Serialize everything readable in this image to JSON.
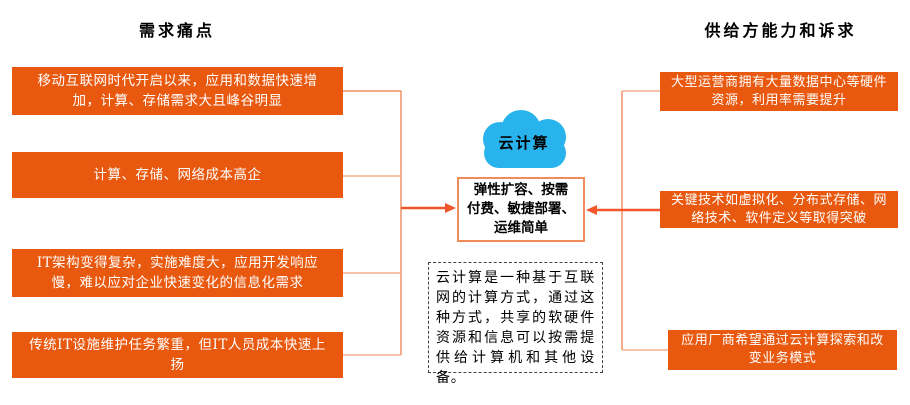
{
  "theme": {
    "box_fill": "#E8580E",
    "line_light": "#F08C5C",
    "line_lighter": "#F6AE8C",
    "line_strong": "#F2572B",
    "cloud_blue": "#29B3EC"
  },
  "left_panel": {
    "title": "需求痛点",
    "boxes": [
      {
        "text": "移动互联网时代开启以来，应用和数据快速增加，计算、存储需求大且峰谷明显"
      },
      {
        "text": "计算、存储、网络成本高企"
      },
      {
        "text": "IT架构变得复杂，实施难度大，应用开发响应慢，难以应对企业快速变化的信息化需求"
      },
      {
        "text": "传统IT设施维护任务繁重，但IT人员成本快速上扬"
      }
    ]
  },
  "right_panel": {
    "title": "供给方能力和诉求",
    "boxes": [
      {
        "text": "大型运营商拥有大量数据中心等硬件资源，利用率需要提升"
      },
      {
        "text": "关键技术如虚拟化、分布式存储、网络技术、软件定义等取得突破"
      },
      {
        "text": "应用厂商希望通过云计算探索和改变业务模式"
      }
    ]
  },
  "center": {
    "cloud_label": "云计算",
    "benefit_lines": [
      "弹性扩容、按需",
      "付费、敏捷部署、",
      "运维简单"
    ],
    "definition": "云计算是一种基于互联网的计算方式，通过这种方式，共享的软硬件资源和信息可以按需提供给计算机和其他设备。"
  }
}
